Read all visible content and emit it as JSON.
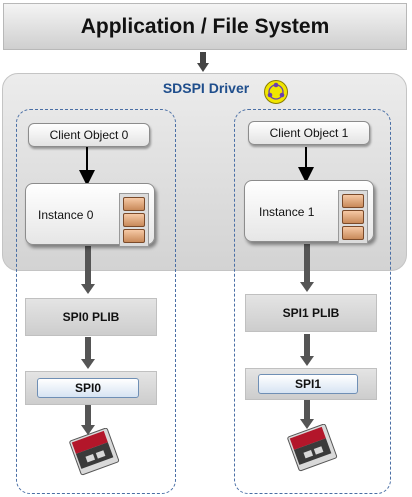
{
  "app": {
    "title": "Application / File System"
  },
  "driver": {
    "title": "SDSPI Driver",
    "icon": "driver-badge-icon",
    "accent": "#1f4e8c",
    "badge_color": "#f1e600"
  },
  "columns": [
    {
      "client": "Client Object 0",
      "instance": "Instance 0",
      "plib": "SPI0 PLIB",
      "peripheral": "SPI0",
      "card_icon": "sd-card-icon"
    },
    {
      "client": "Client Object 1",
      "instance": "Instance 1",
      "plib": "SPI1 PLIB",
      "peripheral": "SPI1",
      "card_icon": "sd-card-icon"
    }
  ]
}
